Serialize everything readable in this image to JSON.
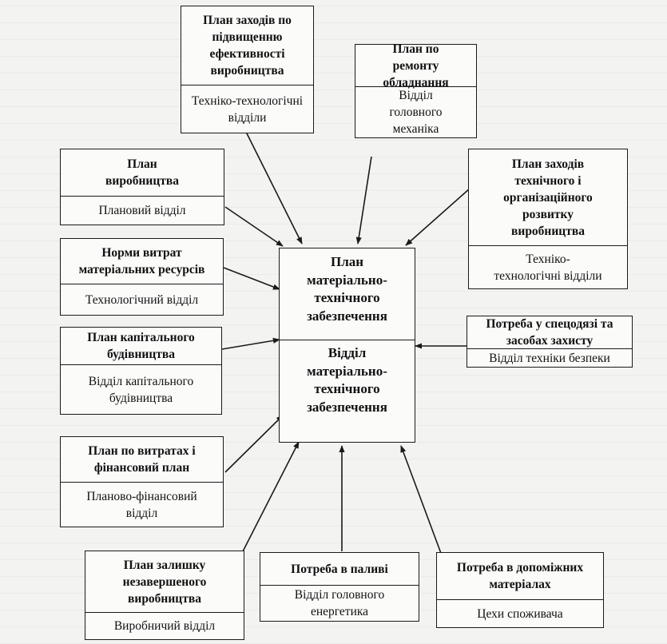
{
  "center": {
    "plan_title": "План матеріально-технічного забезпечення",
    "dept_title": "Відділ матеріально-технічного забезпечення"
  },
  "boxes": {
    "efficiency": {
      "title": "План заходів по підвищенню ефективності виробництва",
      "dept": "Техніко-технологічні відділи"
    },
    "repair": {
      "title": "План по ремонту обладнання",
      "dept": "Відділ головного механіка"
    },
    "production": {
      "title": "План виробництва",
      "dept": "Плановий відділ"
    },
    "tech_dev": {
      "title": "План заходів технічного і організаційного розвитку виробництва",
      "dept": "Техніко-технологічні відділи"
    },
    "norms": {
      "title": "Норми витрат матеріальних ресурсів",
      "dept": "Технологічний відділ"
    },
    "workwear": {
      "title": "Потреба у спецодязі та засобах захисту",
      "dept": "Відділ техніки безпеки"
    },
    "capital": {
      "title": "План капітального будівництва",
      "dept": "Відділ капітального будівництва"
    },
    "finance": {
      "title": "План по витратах і фінансовий план",
      "dept": "Планово-фінансовий відділ"
    },
    "wip": {
      "title": "План залишку незавершеного виробництва",
      "dept": "Виробничий відділ"
    },
    "fuel": {
      "title": "Потреба в паливі",
      "dept": "Відділ головного енергетика"
    },
    "auxiliary": {
      "title": "Потреба в допоміжних матеріалах",
      "dept": "Цехи споживача"
    }
  }
}
